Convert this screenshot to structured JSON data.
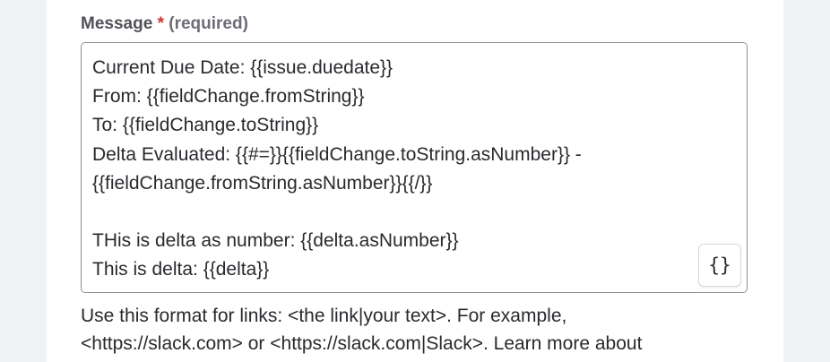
{
  "field": {
    "label": "Message",
    "required_star": "*",
    "required_text": "(required)"
  },
  "editor": {
    "value": "Current Due Date: {{issue.duedate}}\nFrom: {{fieldChange.fromString}}\nTo: {{fieldChange.toString}}\nDelta Evaluated: {{#=}}{{fieldChange.toString.asNumber}} -\n{{fieldChange.fromString.asNumber}}{{/}}\n\nTHis is delta as number: {{delta.asNumber}}\nThis is delta: {{delta}}",
    "smart_values_button": "{}",
    "smart_values_icon": "curly-braces-icon"
  },
  "help": {
    "line1": "Use this format for links: <the link|your text>. For example,",
    "line2": "<https://slack.com> or <https://slack.com|Slack>. Learn more about"
  }
}
